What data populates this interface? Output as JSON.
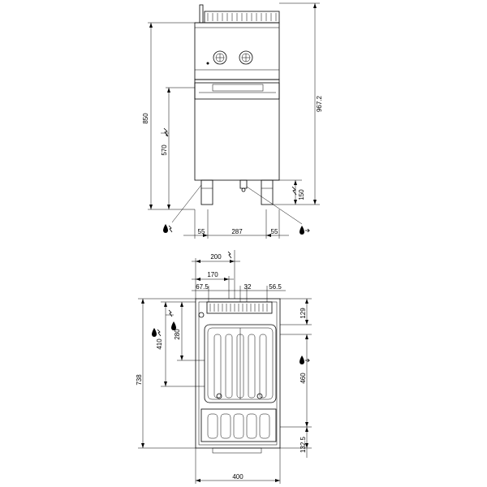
{
  "front_view": {
    "dims": {
      "total_height": "967.2",
      "body_height": "850",
      "drain_height": "570",
      "leg_height": "150",
      "left_leg_offset": "55",
      "leg_spacing": "287",
      "right_leg_offset": "55"
    },
    "icons": [
      "electric-supply-icon",
      "water-drain-icon"
    ]
  },
  "top_view": {
    "dims": {
      "supply_offset": "200",
      "inner_170": "170",
      "left_67_5": "67.5",
      "gap_32": "32",
      "right_56_5": "56.5",
      "depth_129": "129",
      "depth_280": "280",
      "depth_410": "410",
      "total_depth": "738",
      "depth_460": "460",
      "depth_132_5": "132.5",
      "width": "400"
    }
  }
}
